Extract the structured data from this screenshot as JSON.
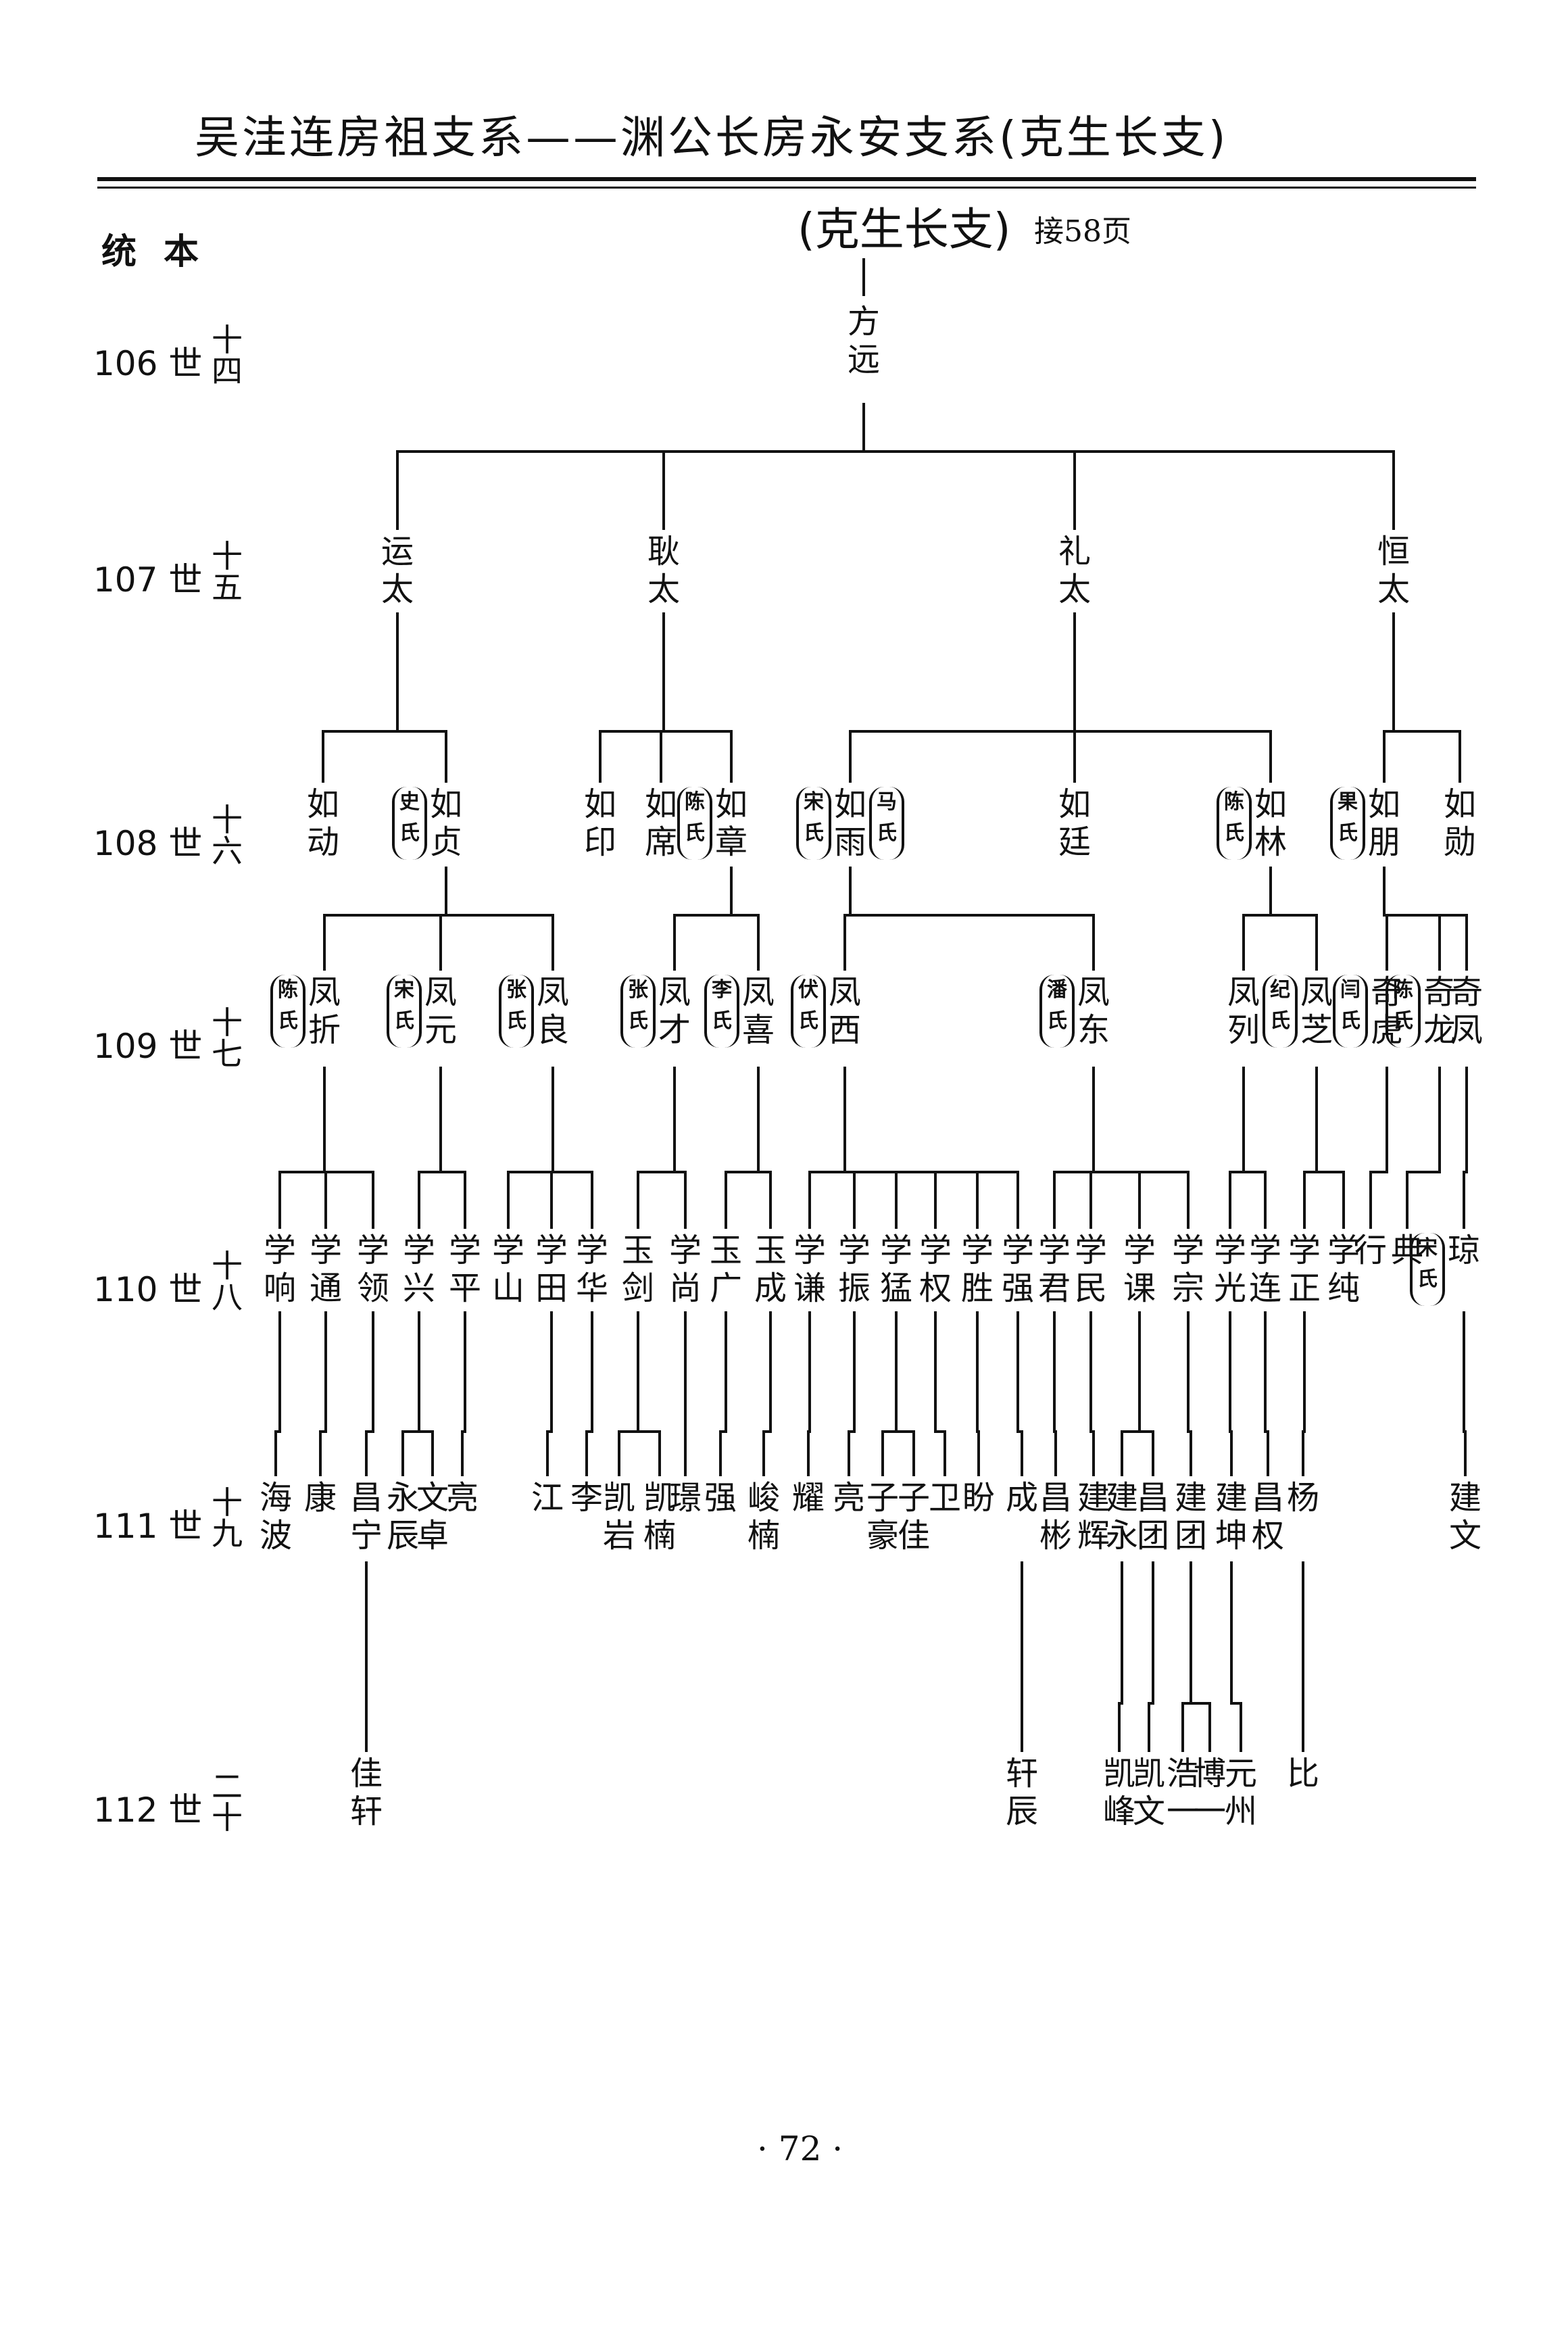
{
  "header": "吴洼连房祖支系——渊公长房永安支系(克生长支)",
  "tongben": "统本",
  "branch_title": "(克生长支)",
  "continued_from": "接58页",
  "page_number": "· 72 ·",
  "generations": [
    {
      "label": "106 世",
      "cn": "十四"
    },
    {
      "label": "107 世",
      "cn": "十五"
    },
    {
      "label": "108 世",
      "cn": "十六"
    },
    {
      "label": "109 世",
      "cn": "十七"
    },
    {
      "label": "110 世",
      "cn": "十八"
    },
    {
      "label": "111 世",
      "cn": "十九"
    },
    {
      "label": "112 世",
      "cn": "二十"
    }
  ],
  "members": [
    {
      "id": "g106_fangyuan",
      "name": "方远",
      "gen": 106
    },
    {
      "id": "g107_yuntai",
      "name": "运太",
      "gen": 107,
      "parent": "g106_fangyuan"
    },
    {
      "id": "g107_gengtai",
      "name": "耿太",
      "gen": 107,
      "parent": "g106_fangyuan"
    },
    {
      "id": "g107_litai",
      "name": "礼太",
      "gen": 107,
      "parent": "g106_fangyuan"
    },
    {
      "id": "g107_hengtai",
      "name": "恒太",
      "gen": 107,
      "parent": "g106_fangyuan"
    },
    {
      "id": "g108_rudong",
      "name": "如动",
      "gen": 108,
      "parent": "g107_yuntai"
    },
    {
      "id": "g108_ruzhen",
      "name": "如贞",
      "gen": 108,
      "parent": "g107_yuntai",
      "spouse": "史氏"
    },
    {
      "id": "g108_ruyin",
      "name": "如印",
      "gen": 108,
      "parent": "g107_gengtai"
    },
    {
      "id": "g108_ruxi",
      "name": "如席",
      "gen": 108,
      "parent": "g107_gengtai"
    },
    {
      "id": "g108_ruzhang",
      "name": "如章",
      "gen": 108,
      "parent": "g107_gengtai",
      "spouse": "陈氏"
    },
    {
      "id": "g108_ruyu",
      "name": "如雨",
      "gen": 108,
      "parent": "g107_litai",
      "spouse": "宋氏",
      "spouse2": "马氏"
    },
    {
      "id": "g108_ruting",
      "name": "如廷",
      "gen": 108,
      "parent": "g107_litai"
    },
    {
      "id": "g108_rulin",
      "name": "如林",
      "gen": 108,
      "parent": "g107_litai",
      "spouse": "陈氏"
    },
    {
      "id": "g108_rupeng",
      "name": "如朋",
      "gen": 108,
      "parent": "g107_hengtai",
      "spouse": "果氏"
    },
    {
      "id": "g108_ruxun",
      "name": "如勋",
      "gen": 108,
      "parent": "g107_hengtai"
    },
    {
      "id": "g109_fengzhe",
      "name": "凤折",
      "gen": 109,
      "parent": "g108_ruzhen",
      "spouse": "陈氏"
    },
    {
      "id": "g109_fengyuan",
      "name": "凤元",
      "gen": 109,
      "parent": "g108_ruzhen",
      "spouse": "宋氏"
    },
    {
      "id": "g109_fengliang",
      "name": "凤良",
      "gen": 109,
      "parent": "g108_ruzhen",
      "spouse": "张氏"
    },
    {
      "id": "g109_fengcai",
      "name": "凤才",
      "gen": 109,
      "parent": "g108_ruzhang",
      "spouse": "张氏"
    },
    {
      "id": "g109_fengxi",
      "name": "凤喜",
      "gen": 109,
      "parent": "g108_ruzhang",
      "spouse": "李氏"
    },
    {
      "id": "g109_fengxi2",
      "name": "凤西",
      "gen": 109,
      "parent": "g108_ruyu",
      "spouse": "伏氏"
    },
    {
      "id": "g109_fengdong",
      "name": "凤东",
      "gen": 109,
      "parent": "g108_ruyu",
      "spouse": "潘氏"
    },
    {
      "id": "g109_fenglie",
      "name": "凤列",
      "gen": 109,
      "parent": "g108_rulin"
    },
    {
      "id": "g109_fengzhi",
      "name": "凤芝",
      "gen": 109,
      "parent": "g108_rulin",
      "spouse": "纪氏"
    },
    {
      "id": "g109_qihu",
      "name": "奇虎",
      "gen": 109,
      "parent": "g108_rupeng",
      "spouse": "闫氏"
    },
    {
      "id": "g109_qilong",
      "name": "奇龙",
      "gen": 109,
      "parent": "g108_rupeng",
      "spouse": "陈氏"
    },
    {
      "id": "g109_qifeng",
      "name": "奇凤",
      "gen": 109,
      "parent": "g108_rupeng"
    },
    {
      "id": "g110_xuexiang",
      "name": "学响",
      "gen": 110,
      "parent": "g109_fengzhe"
    },
    {
      "id": "g110_xuetong",
      "name": "学通",
      "gen": 110,
      "parent": "g109_fengzhe"
    },
    {
      "id": "g110_xueling",
      "name": "学领",
      "gen": 110,
      "parent": "g109_fengzhe"
    },
    {
      "id": "g110_xuexing",
      "name": "学兴",
      "gen": 110,
      "parent": "g109_fengyuan"
    },
    {
      "id": "g110_xueping",
      "name": "学平",
      "gen": 110,
      "parent": "g109_fengyuan"
    },
    {
      "id": "g110_xueshan",
      "name": "学山",
      "gen": 110,
      "parent": "g109_fengliang"
    },
    {
      "id": "g110_xuetian",
      "name": "学田",
      "gen": 110,
      "parent": "g109_fengliang"
    },
    {
      "id": "g110_xuehua",
      "name": "学华",
      "gen": 110,
      "parent": "g109_fengliang"
    },
    {
      "id": "g110_yujian",
      "name": "玉剑",
      "gen": 110,
      "parent": "g109_fengcai"
    },
    {
      "id": "g110_xueshang",
      "name": "学尚",
      "gen": 110,
      "parent": "g109_fengcai"
    },
    {
      "id": "g110_yuguang",
      "name": "玉广",
      "gen": 110,
      "parent": "g109_fengxi"
    },
    {
      "id": "g110_yucheng",
      "name": "玉成",
      "gen": 110,
      "parent": "g109_fengxi"
    },
    {
      "id": "g110_xueqian",
      "name": "学谦",
      "gen": 110,
      "parent": "g109_fengxi2"
    },
    {
      "id": "g110_xuezhen",
      "name": "学振",
      "gen": 110,
      "parent": "g109_fengxi2"
    },
    {
      "id": "g110_xuemeng",
      "name": "学猛",
      "gen": 110,
      "parent": "g109_fengxi2"
    },
    {
      "id": "g110_xuequan",
      "name": "学权",
      "gen": 110,
      "parent": "g109_fengxi2"
    },
    {
      "id": "g110_xuesheng",
      "name": "学胜",
      "gen": 110,
      "parent": "g109_fengxi2"
    },
    {
      "id": "g110_xueqiang",
      "name": "学强",
      "gen": 110,
      "parent": "g109_fengxi2"
    },
    {
      "id": "g110_xuejun",
      "name": "学君",
      "gen": 110,
      "parent": "g109_fengdong"
    },
    {
      "id": "g110_xuemin",
      "name": "学民",
      "gen": 110,
      "parent": "g109_fengdong"
    },
    {
      "id": "g110_xueke",
      "name": "学课",
      "gen": 110,
      "parent": "g109_fengdong"
    },
    {
      "id": "g110_xuezong",
      "name": "学宗",
      "gen": 110,
      "parent": "g109_fengdong"
    },
    {
      "id": "g110_xueguang",
      "name": "学光",
      "gen": 110,
      "parent": "g109_fenglie"
    },
    {
      "id": "g110_xuelian",
      "name": "学连",
      "gen": 110,
      "parent": "g109_fenglie"
    },
    {
      "id": "g110_xuezheng",
      "name": "学正",
      "gen": 110,
      "parent": "g109_fengzhi"
    },
    {
      "id": "g110_xuechun",
      "name": "学纯",
      "gen": 110,
      "parent": "g109_fengzhi"
    },
    {
      "id": "g110_xing",
      "name": "行",
      "gen": 110,
      "parent": "g109_qihu"
    },
    {
      "id": "g110_dian",
      "name": "典",
      "gen": 110,
      "parent": "g109_qilong"
    },
    {
      "id": "g110_qiong",
      "name": "琼",
      "gen": 110,
      "parent": "g109_qifeng",
      "spouse": "宋氏"
    },
    {
      "id": "g111_haibo",
      "name": "海波",
      "gen": 111,
      "parent": "g110_xuexiang"
    },
    {
      "id": "g111_kang",
      "name": "康",
      "gen": 111,
      "parent": "g110_xuetong"
    },
    {
      "id": "g111_changning",
      "name": "昌宁",
      "gen": 111,
      "parent": "g110_xueling"
    },
    {
      "id": "g111_yongchen",
      "name": "永辰",
      "gen": 111,
      "parent": "g110_xuexing"
    },
    {
      "id": "g111_wenzhuo",
      "name": "文卓",
      "gen": 111,
      "parent": "g110_xuexing"
    },
    {
      "id": "g111_liang",
      "name": "亮",
      "gen": 111,
      "parent": "g110_xueping"
    },
    {
      "id": "g111_jiang",
      "name": "江",
      "gen": 111,
      "parent": "g110_xuetian"
    },
    {
      "id": "g111_li",
      "name": "李",
      "gen": 111,
      "parent": "g110_xuehua"
    },
    {
      "id": "g111_kaiyan",
      "name": "凯岩",
      "gen": 111,
      "parent": "g110_yujian"
    },
    {
      "id": "g111_kainan",
      "name": "凯楠",
      "gen": 111,
      "parent": "g110_yujian"
    },
    {
      "id": "g111_jing",
      "name": "璟",
      "gen": 111,
      "parent": "g110_xueshang"
    },
    {
      "id": "g111_qiang",
      "name": "强",
      "gen": 111,
      "parent": "g110_yuguang"
    },
    {
      "id": "g111_junnan",
      "name": "峻楠",
      "gen": 111,
      "parent": "g110_yucheng"
    },
    {
      "id": "g111_yao",
      "name": "耀",
      "gen": 111,
      "parent": "g110_xueqian"
    },
    {
      "id": "g111_liang2",
      "name": "亮",
      "gen": 111,
      "parent": "g110_xuezhen"
    },
    {
      "id": "g111_zihao",
      "name": "子豪",
      "gen": 111,
      "parent": "g110_xuemeng"
    },
    {
      "id": "g111_zijia",
      "name": "子佳",
      "gen": 111,
      "parent": "g110_xuemeng"
    },
    {
      "id": "g111_wei",
      "name": "卫",
      "gen": 111,
      "parent": "g110_xuequan"
    },
    {
      "id": "g111_pan",
      "name": "盼",
      "gen": 111,
      "parent": "g110_xuesheng"
    },
    {
      "id": "g111_cheng",
      "name": "成",
      "gen": 111,
      "parent": "g110_xueqiang"
    },
    {
      "id": "g111_changbin",
      "name": "昌彬",
      "gen": 111,
      "parent": "g110_xuejun"
    },
    {
      "id": "g111_jianhui",
      "name": "建辉",
      "gen": 111,
      "parent": "g110_xuemin"
    },
    {
      "id": "g111_jianyong",
      "name": "建永",
      "gen": 111,
      "parent": "g110_xueke"
    },
    {
      "id": "g111_changtuan",
      "name": "昌团",
      "gen": 111,
      "parent": "g110_xueke"
    },
    {
      "id": "g111_jiantuan",
      "name": "建团",
      "gen": 111,
      "parent": "g110_xuezong"
    },
    {
      "id": "g111_jiankun",
      "name": "建坤",
      "gen": 111,
      "parent": "g110_xueguang"
    },
    {
      "id": "g111_changquan",
      "name": "昌权",
      "gen": 111,
      "parent": "g110_xuelian"
    },
    {
      "id": "g111_yang",
      "name": "杨",
      "gen": 111,
      "parent": "g110_xuezheng"
    },
    {
      "id": "g111_jianwen",
      "name": "建文",
      "gen": 111,
      "parent": "g110_qiong"
    },
    {
      "id": "g112_jiaxuan",
      "name": "佳轩",
      "gen": 112,
      "parent": "g111_changning"
    },
    {
      "id": "g112_xuanchen",
      "name": "轩辰",
      "gen": 112,
      "parent": "g111_cheng"
    },
    {
      "id": "g112_kaifeng",
      "name": "凯峰",
      "gen": 112,
      "parent": "g111_jianyong"
    },
    {
      "id": "g112_kaiwen",
      "name": "凯文",
      "gen": 112,
      "parent": "g111_changtuan"
    },
    {
      "id": "g112_haoyi",
      "name": "浩一",
      "gen": 112,
      "parent": "g111_jiantuan"
    },
    {
      "id": "g112_boyi",
      "name": "博一",
      "gen": 112,
      "parent": "g111_jiantuan"
    },
    {
      "id": "g112_yuanzhou",
      "name": "元州",
      "gen": 112,
      "parent": "g111_jiankun"
    },
    {
      "id": "g112_bi",
      "name": "比",
      "gen": 112,
      "parent": "g111_yang"
    }
  ]
}
